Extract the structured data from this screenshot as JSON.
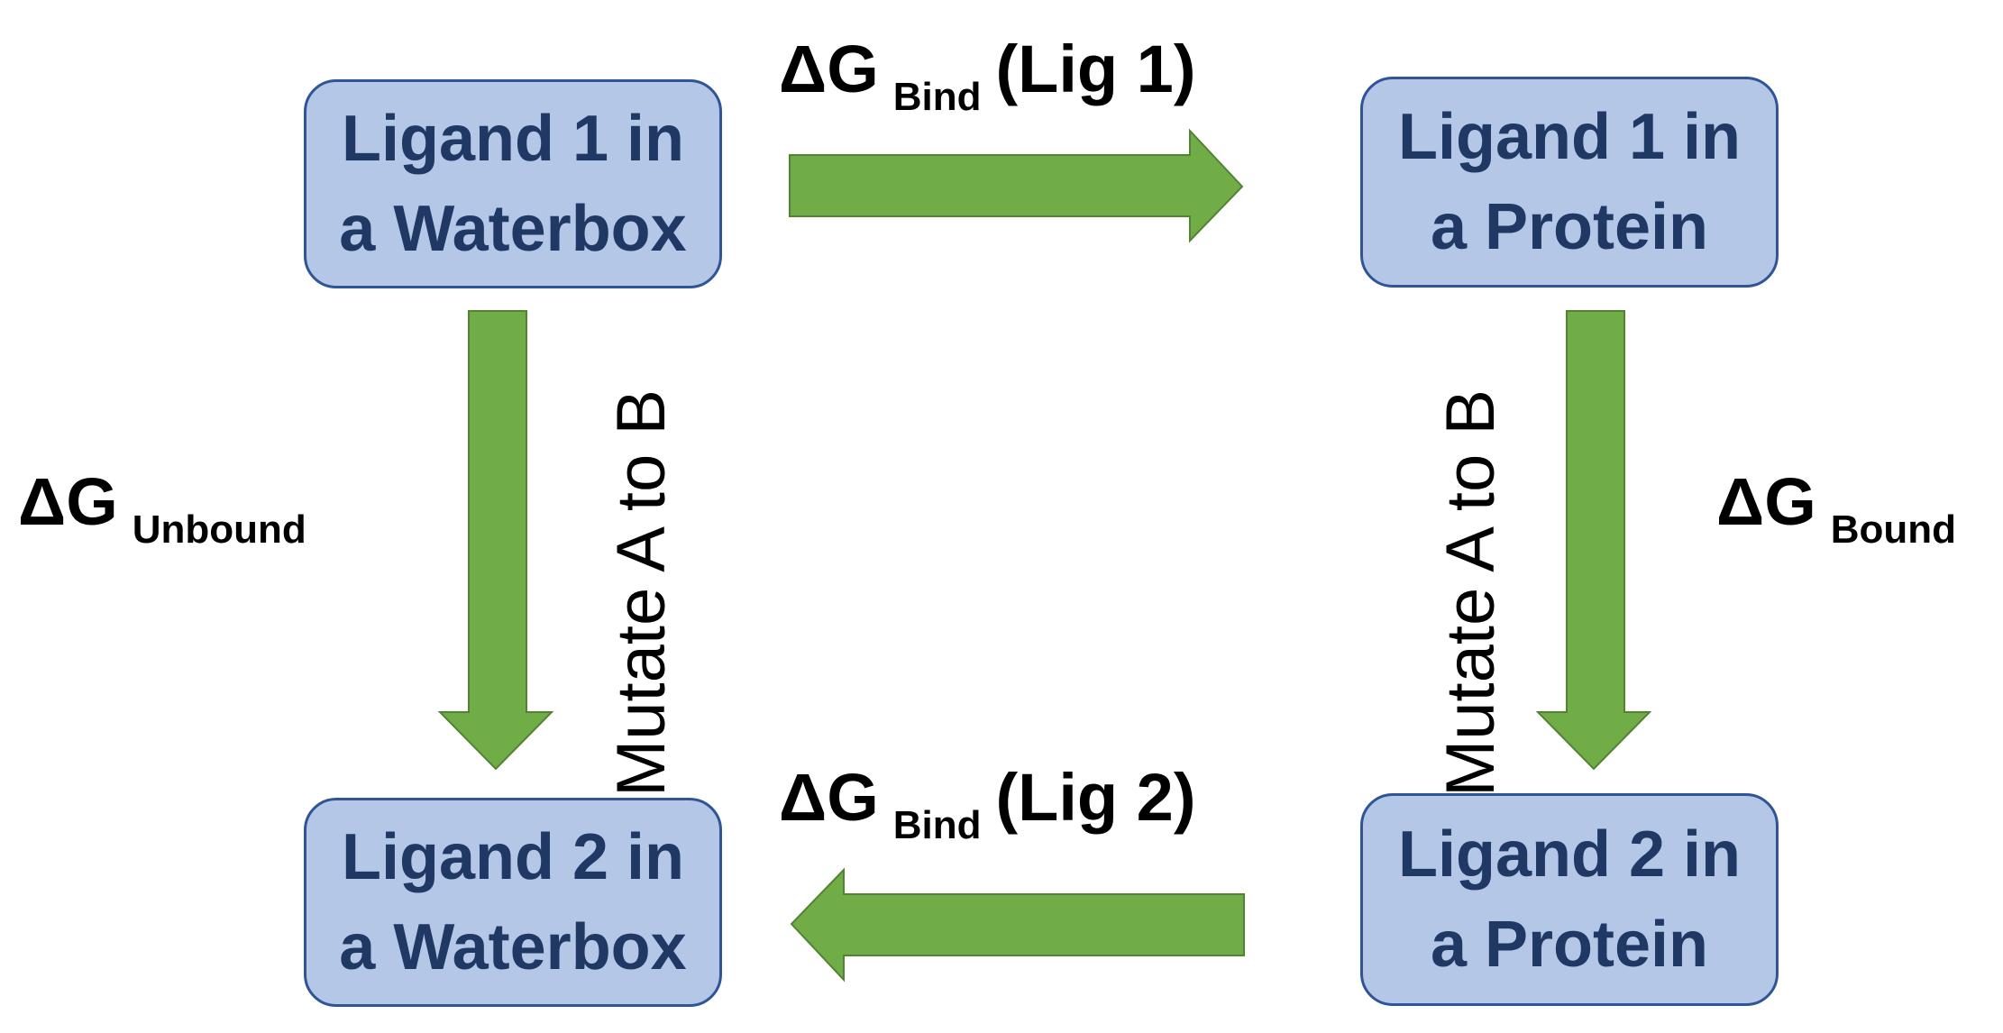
{
  "boxes": {
    "ligand1_water": {
      "line1": "Ligand 1 in",
      "line2": "a Waterbox"
    },
    "ligand1_protein": {
      "line1": "Ligand 1 in",
      "line2": "a Protein"
    },
    "ligand2_water": {
      "line1": "Ligand 2 in",
      "line2": "a Waterbox"
    },
    "ligand2_protein": {
      "line1": "Ligand 2 in",
      "line2": "a Protein"
    }
  },
  "labels": {
    "bind_lig1": {
      "symbol": "ΔG",
      "subscript": "Bind",
      "suffix": "(Lig 1)"
    },
    "bind_lig2": {
      "symbol": "ΔG",
      "subscript": "Bind",
      "suffix": "(Lig 2)"
    },
    "unbound": {
      "symbol": "ΔG",
      "subscript": "Unbound"
    },
    "bound": {
      "symbol": "ΔG",
      "subscript": "Bound"
    },
    "mutate_left": "Mutate A to B",
    "mutate_right": "Mutate A to B"
  },
  "colors": {
    "box_fill": "#b4c7e7",
    "box_border": "#2f5597",
    "box_text": "#1f3864",
    "arrow_fill": "#70ad47",
    "arrow_border": "#548235"
  }
}
